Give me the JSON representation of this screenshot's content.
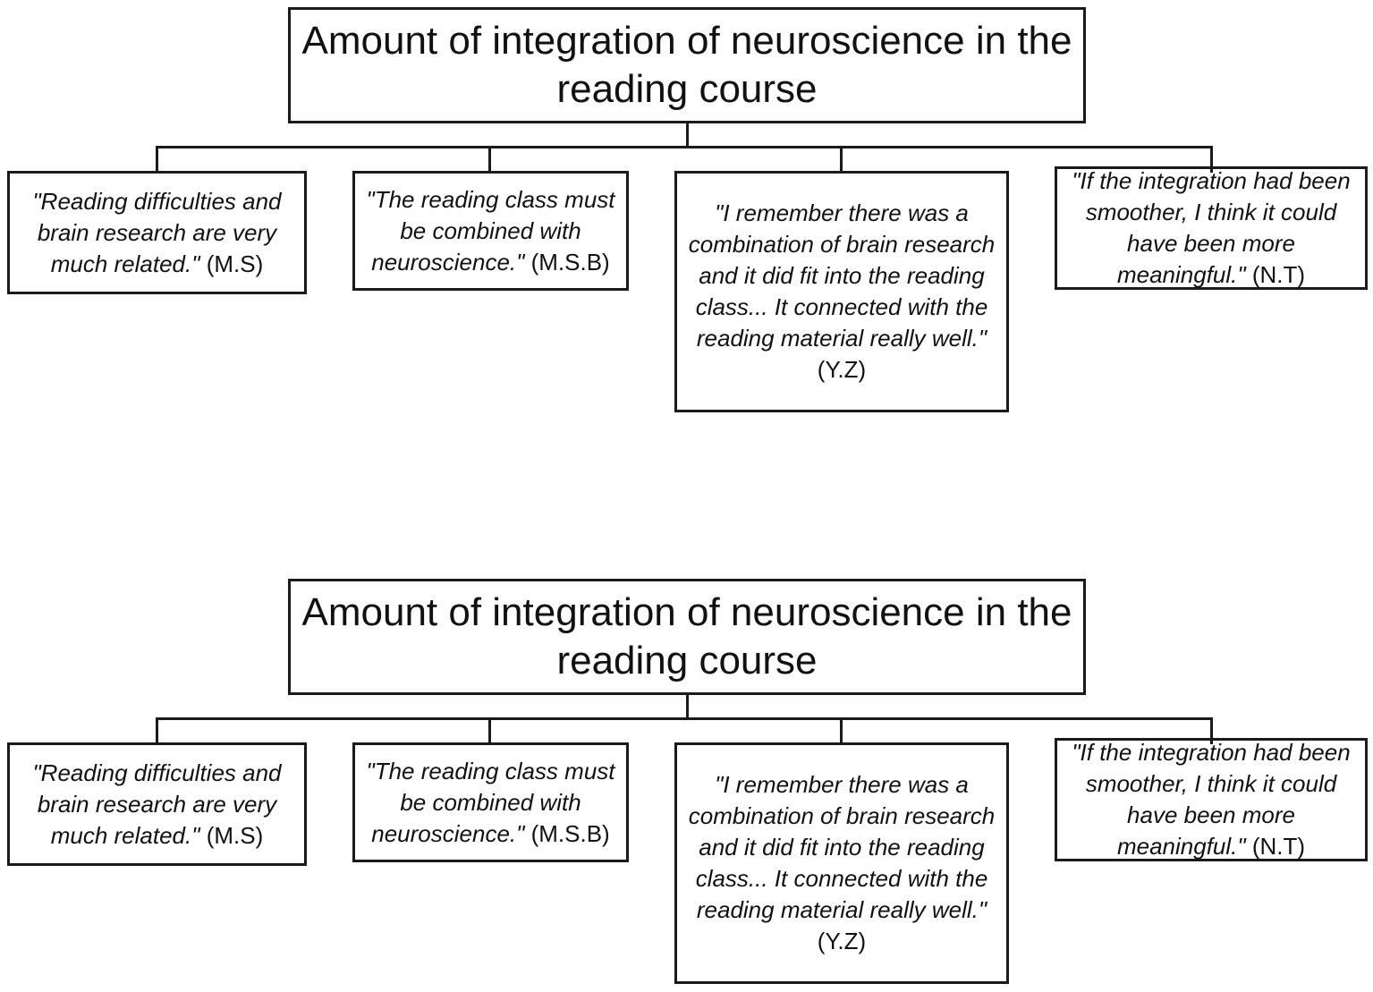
{
  "diagrams": [
    {
      "root": "Amount of integration of neuroscience in the reading course",
      "children": [
        {
          "quote": "\"Reading difficulties and brain research are very much related.\"",
          "source": "(M.S)"
        },
        {
          "quote": "\"The reading class must be combined with neuroscience.\"",
          "source": "(M.S.B)"
        },
        {
          "quote": "\"I remember there was a combination of brain research and it did fit into the reading class... It connected with the reading material really well.\"",
          "source": "(Y.Z)"
        },
        {
          "quote": "\"If the integration had been smoother, I think it could have been more meaningful.\"",
          "source": "(N.T)"
        }
      ]
    },
    {
      "root": "Amount of integration of neuroscience in the reading course",
      "children": [
        {
          "quote": "\"Reading difficulties and brain research are very much related.\"",
          "source": "(M.S)"
        },
        {
          "quote": "\"The reading class must be combined with neuroscience.\"",
          "source": "(M.S.B)"
        },
        {
          "quote": "\"I remember there was a combination of brain research and it did fit into the reading class... It connected with the reading material really well.\"",
          "source": "(Y.Z)"
        },
        {
          "quote": "\"If the integration had been smoother, I think it could have been more meaningful.\"",
          "source": "(N.T)"
        }
      ]
    }
  ]
}
